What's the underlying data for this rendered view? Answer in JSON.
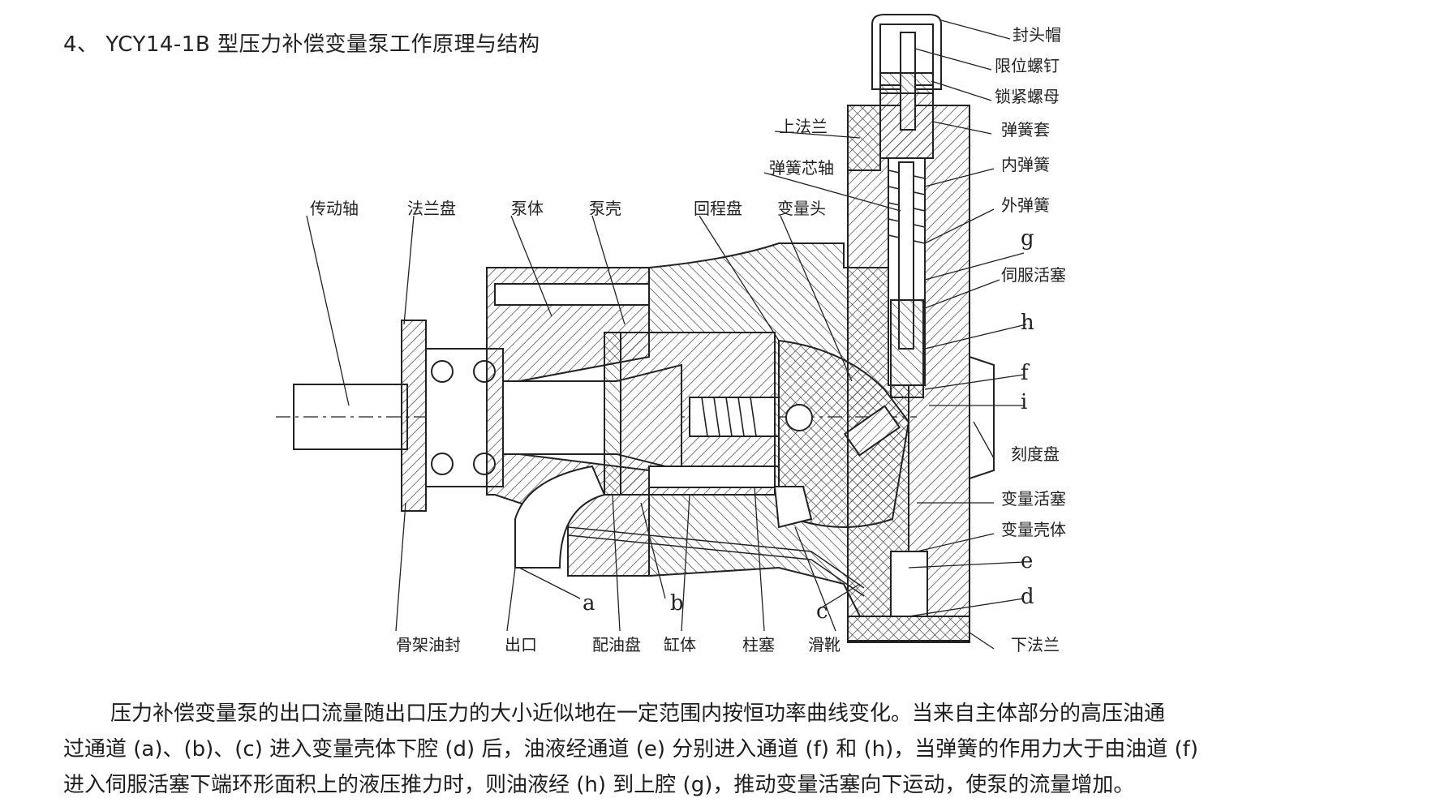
{
  "title": "4、 YCY14-1B 型压力补偿变量泵工作原理与结构",
  "labels": {
    "drive_shaft": "传动轴",
    "flange_plate": "法兰盘",
    "pump_body": "泵体",
    "pump_shell": "泵壳",
    "return_plate": "回程盘",
    "variable_head": "变量头",
    "upper_flange": "上法兰",
    "spring_core_shaft": "弹簧芯轴",
    "cap": "封头帽",
    "limit_screw": "限位螺钉",
    "lock_nut": "锁紧螺母",
    "spring_sleeve": "弹簧套",
    "inner_spring": "内弹簧",
    "outer_spring": "外弹簧",
    "g": "g",
    "servo_piston": "伺服活塞",
    "h": "h",
    "f": "f",
    "i": "i",
    "dial": "刻度盘",
    "variable_piston": "变量活塞",
    "variable_housing": "变量壳体",
    "e": "e",
    "d": "d",
    "lower_flange": "下法兰",
    "skeleton_seal": "骨架油封",
    "outlet": "出口",
    "valve_plate": "配油盘",
    "cylinder": "缸体",
    "plunger": "柱塞",
    "slipper": "滑靴",
    "a": "a",
    "b": "b",
    "c": "c"
  },
  "paragraph": {
    "line1": "压力补偿变量泵的出口流量随出口压力的大小近似地在一定范围内按恒功率曲线变化。当来自主体部分的高压油通",
    "line2": "过通道 (a)、(b)、(c) 进入变量壳体下腔 (d) 后，油液经通道 (e) 分别进入通道 (f) 和 (h)，当弹簧的作用力大于由油道 (f)",
    "line3": "进入伺服活塞下端环形面积上的液压推力时，则油液经 (h) 到上腔 (g)，推动变量活塞向下运动，使泵的流量增加。"
  }
}
